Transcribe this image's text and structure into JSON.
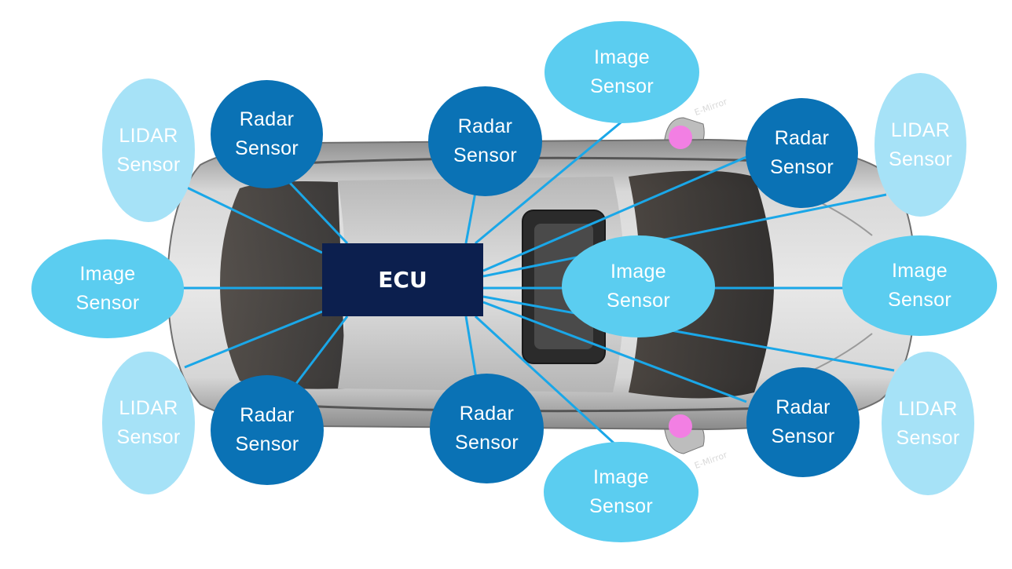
{
  "ecu": {
    "label": "ECU"
  },
  "sensors": {
    "lidar_front_left": "LIDAR\nSensor",
    "lidar_rear_left": "LIDAR\nSensor",
    "lidar_front_right": "LIDAR\nSensor",
    "lidar_rear_right": "LIDAR\nSensor",
    "radar_left_top": "Radar\nSensor",
    "radar_left_bottom": "Radar\nSensor",
    "radar_center_top": "Radar\nSensor",
    "radar_center_bottom": "Radar\nSensor",
    "radar_right_top": "Radar\nSensor",
    "radar_right_bottom": "Radar\nSensor",
    "image_left": "Image\nSensor",
    "image_top": "Image\nSensor",
    "image_bottom": "Image\nSensor",
    "image_center_right": "Image\nSensor",
    "image_far_right": "Image\nSensor"
  },
  "mirror_labels": {
    "top": "E-Mirror",
    "bottom": "E-Mirror"
  },
  "colors": {
    "ecu": "#0c1f4e",
    "radar": "#0a72b5",
    "image": "#5bcdf0",
    "lidar": "#a6e2f7",
    "link": "#1aa7e8",
    "mirror_dot": "#f27fe3"
  }
}
